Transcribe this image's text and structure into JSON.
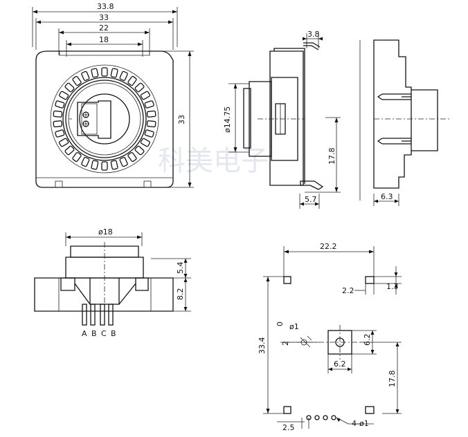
{
  "watermark": "科美电子",
  "top_view": {
    "width_overall": "33.8",
    "width_body": "33",
    "width_inner": "22",
    "width_center": "18",
    "height": "33"
  },
  "side_view": {
    "top": "3.8",
    "diameter": "ø14.75",
    "height": "17.8",
    "bottom": "5.7"
  },
  "right_view": {
    "bottom": "6.3"
  },
  "front_view": {
    "diameter": "ø18",
    "upper": "5.4",
    "lower": "8.2",
    "pins": [
      "A",
      "B",
      "C",
      "B"
    ]
  },
  "footprint": {
    "width": "22.2",
    "height": "33.4",
    "right_offset": "2.2",
    "right_small": "1.3",
    "hole_square_h": "6.2",
    "hole_square_w": "6.2",
    "hole_label": "ø1",
    "hole_left": "0",
    "hole_gap": "2",
    "right_height": "17.8",
    "pin_pitch": "2.5",
    "pin_holes": "4-ø1"
  }
}
